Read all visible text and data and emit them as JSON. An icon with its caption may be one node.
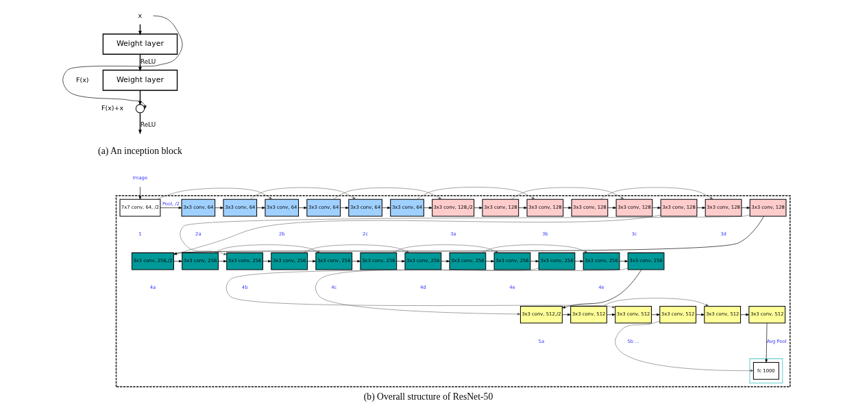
{
  "diagram": {
    "caption": "(b) Overall structure of ResNet-50",
    "nodes": [
      {
        "text": [
          "x"
        ]
      },
      {
        "text": [
          "Weight layer"
        ]
      },
      {
        "text": [
          "Weight layer"
        ]
      },
      {
        "text": [],
        "shape": "circle"
      },
      {
        "text": [
          "Image"
        ]
      },
      {
        "text": [],
        "shape": "box"
      },
      {
        "text": [
          "7x7 conv, 64, /2"
        ],
        "in": 5
      },
      {
        "text": [
          "3x3 conv, 64"
        ],
        "in": 5
      },
      {
        "text": [
          "3x3 conv, 64"
        ],
        "in": 5
      },
      {
        "text": [
          "3x3 conv, 64"
        ],
        "in": 5
      },
      {
        "text": [
          "3x3 conv, 64"
        ],
        "in": 5
      },
      {
        "text": [
          "3x3 conv, 64"
        ],
        "in": 5
      },
      {
        "text": [
          "3x3 conv, 64"
        ],
        "in": 5
      },
      {
        "text": [
          "3x3 conv, 128,/2"
        ],
        "in": 5
      },
      {
        "text": [
          "3x3 conv, 128"
        ],
        "in": 5
      },
      {
        "text": [
          "3x3 conv, 128"
        ],
        "in": 5
      },
      {
        "text": [
          "3x3 conv, 128"
        ],
        "in": 5
      },
      {
        "text": [
          "3x3 conv, 128"
        ],
        "in": 5
      },
      {
        "text": [
          "3x3 conv, 128"
        ],
        "in": 5
      },
      {
        "text": [
          "3x3 conv, 128"
        ],
        "in": 5
      },
      {
        "text": [
          "3x3 conv, 128"
        ],
        "in": 5
      },
      {
        "text": [
          "3x3 conv, 256,/2"
        ],
        "in": 5
      },
      {
        "text": [
          "3x3 conv, 256"
        ],
        "in": 5
      },
      {
        "text": [
          "3x3 conv, 256"
        ],
        "in": 5
      },
      {
        "text": [
          "3x3 conv, 256"
        ],
        "in": 5
      },
      {
        "text": [
          "3x3 conv, 256"
        ],
        "in": 5
      },
      {
        "text": [
          "3x3 conv, 256"
        ],
        "in": 5
      },
      {
        "text": [
          "3x3 conv, 256"
        ],
        "in": 5
      },
      {
        "text": [
          "3x3 conv, 256"
        ],
        "in": 5
      },
      {
        "text": [
          "3x3 conv, 256"
        ],
        "in": 5
      },
      {
        "text": [
          "3x3 conv, 256"
        ],
        "in": 5
      },
      {
        "text": [
          "3x3 conv, 256"
        ],
        "in": 5
      },
      {
        "text": [
          "3x3 conv, 256"
        ],
        "in": 5
      },
      {
        "text": [
          "3x3 conv, 512,/2"
        ],
        "in": 5
      },
      {
        "text": [
          "3x3 conv, 512"
        ],
        "in": 5
      },
      {
        "text": [
          "3x3 conv, 512"
        ],
        "in": 5
      },
      {
        "text": [
          "3x3 conv, 512"
        ],
        "in": 5
      },
      {
        "text": [
          "3x3 conv, 512"
        ],
        "in": 5
      },
      {
        "text": [
          "3x3 conv, 512"
        ],
        "in": 5
      },
      {
        "text": [],
        "shape": "box",
        "in": 5
      },
      {
        "text": [
          "fc 1000"
        ],
        "in": 39
      }
    ],
    "edges": [
      {
        "from": 0,
        "to": 1,
        "arrow": "to"
      },
      {
        "from": 1,
        "to": 2,
        "arrow": "to",
        "label": "ReLU"
      },
      {
        "from": 2,
        "to": 3,
        "arrow": "to"
      },
      {
        "from": 0,
        "to": 3,
        "arrow": "to"
      },
      {
        "from": 3,
        "to": null,
        "arrow": "to",
        "label": "ReLU"
      },
      {
        "from": 4,
        "to": 6,
        "arrow": "to"
      },
      {
        "from": 6,
        "to": 7,
        "arrow": "to",
        "label": "Pool, /2"
      },
      {
        "from": 7,
        "to": 8,
        "arrow": "to"
      },
      {
        "from": 8,
        "to": 9,
        "arrow": "to"
      },
      {
        "from": 9,
        "to": 10,
        "arrow": "to"
      },
      {
        "from": 10,
        "to": 11,
        "arrow": "to"
      },
      {
        "from": 11,
        "to": 12,
        "arrow": "to"
      },
      {
        "from": 12,
        "to": 13,
        "arrow": "to"
      },
      {
        "from": 13,
        "to": 14,
        "arrow": "to"
      },
      {
        "from": 14,
        "to": 15,
        "arrow": "to"
      },
      {
        "from": 15,
        "to": 16,
        "arrow": "to"
      },
      {
        "from": 16,
        "to": 17,
        "arrow": "to"
      },
      {
        "from": 17,
        "to": 18,
        "arrow": "to"
      },
      {
        "from": 18,
        "to": 19,
        "arrow": "to"
      },
      {
        "from": 19,
        "to": 20,
        "arrow": "to"
      },
      {
        "from": 20,
        "to": 21,
        "arrow": "to"
      },
      {
        "from": 21,
        "to": 22,
        "arrow": "to"
      },
      {
        "from": 22,
        "to": 23,
        "arrow": "to"
      },
      {
        "from": 23,
        "to": 24,
        "arrow": "to"
      },
      {
        "from": 24,
        "to": 25,
        "arrow": "to"
      },
      {
        "from": 25,
        "to": 26,
        "arrow": "to"
      },
      {
        "from": 26,
        "to": 27,
        "arrow": "to"
      },
      {
        "from": 27,
        "to": 28,
        "arrow": "to"
      },
      {
        "from": 28,
        "to": 29,
        "arrow": "to"
      },
      {
        "from": 29,
        "to": 30,
        "arrow": "to"
      },
      {
        "from": 30,
        "to": 31,
        "arrow": "to"
      },
      {
        "from": 31,
        "to": 32,
        "arrow": "to"
      },
      {
        "from": 32,
        "to": 33,
        "arrow": "to"
      },
      {
        "from": 33,
        "to": 34,
        "arrow": "to"
      },
      {
        "from": 34,
        "to": 35,
        "arrow": "to"
      },
      {
        "from": 35,
        "to": 36,
        "arrow": "to"
      },
      {
        "from": 36,
        "to": 37,
        "arrow": "to"
      },
      {
        "from": 37,
        "to": 38,
        "arrow": "to"
      },
      {
        "from": 38,
        "to": 40,
        "arrow": "to",
        "label": "Avg Pool"
      },
      {
        "from": 6,
        "to": 9,
        "arrow": "to"
      },
      {
        "from": 8,
        "to": 11,
        "arrow": "to"
      },
      {
        "from": 10,
        "to": 13,
        "arrow": "to"
      },
      {
        "from": 12,
        "to": 15,
        "arrow": "to"
      },
      {
        "from": 14,
        "to": 17,
        "arrow": "to"
      },
      {
        "from": 16,
        "to": 19,
        "arrow": "to"
      },
      {
        "from": 18,
        "to": 21,
        "arrow": "to"
      },
      {
        "from": 20,
        "to": 23,
        "arrow": "to"
      },
      {
        "from": 22,
        "to": 25,
        "arrow": "to"
      },
      {
        "from": 24,
        "to": 27,
        "arrow": "to"
      },
      {
        "from": 26,
        "to": 29,
        "arrow": "to"
      },
      {
        "from": 28,
        "to": 31,
        "arrow": "to"
      },
      {
        "from": 30,
        "to": 33,
        "arrow": "to"
      },
      {
        "from": 32,
        "to": 35,
        "arrow": "to"
      },
      {
        "from": 34,
        "to": 37,
        "arrow": "to"
      },
      {
        "from": 36,
        "to": 40,
        "arrow": "to"
      }
    ],
    "labels": [
      "F(x)",
      "F(x)+x",
      "(a) An inception block",
      "1",
      "2a",
      "2b",
      "2c",
      "3a",
      "3b",
      "3c",
      "3d",
      "4a",
      "4b",
      "4c",
      "4d",
      "4e",
      "4e",
      "5a",
      "5b ..."
    ]
  }
}
